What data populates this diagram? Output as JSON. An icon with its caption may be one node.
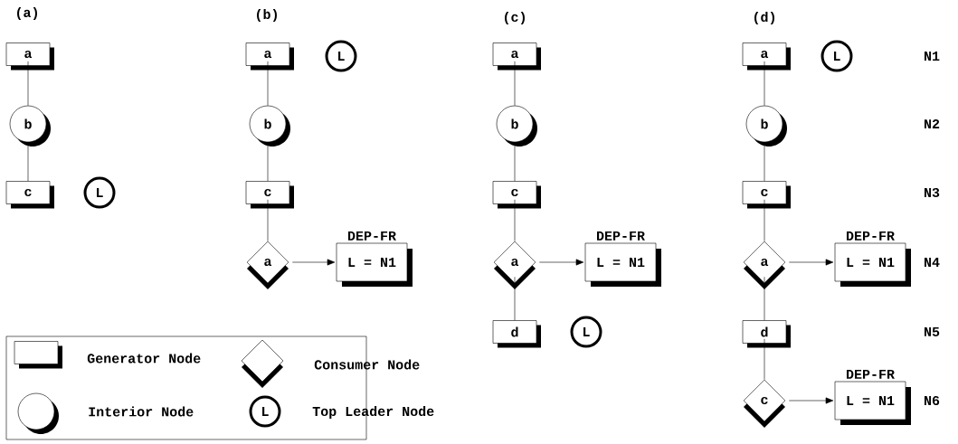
{
  "diagram": {
    "nodes": [
      {
        "text": [
          "a"
        ]
      },
      {
        "text": [
          "b"
        ]
      },
      {
        "text": [
          "c"
        ]
      },
      {
        "text": [
          "L"
        ]
      },
      {
        "text": [
          "a"
        ]
      },
      {
        "text": [
          "L"
        ]
      },
      {
        "text": [
          "b"
        ]
      },
      {
        "text": [
          "c"
        ]
      },
      {
        "text": [
          "a"
        ]
      },
      {
        "text": [
          "DEP-FR",
          "L = N1"
        ]
      },
      {
        "text": [
          "a"
        ]
      },
      {
        "text": [
          "b"
        ]
      },
      {
        "text": [
          "c"
        ]
      },
      {
        "text": [
          "a"
        ]
      },
      {
        "text": [
          "DEP-FR",
          "L = N1"
        ]
      },
      {
        "text": [
          "d"
        ]
      },
      {
        "text": [
          "L"
        ]
      },
      {
        "text": [
          "a"
        ]
      },
      {
        "text": [
          "L"
        ]
      },
      {
        "text": [
          "b"
        ]
      },
      {
        "text": [
          "c"
        ]
      },
      {
        "text": [
          "a"
        ]
      },
      {
        "text": [
          "DEP-FR",
          "L = N1"
        ]
      },
      {
        "text": [
          "d"
        ]
      },
      {
        "text": [
          "c"
        ]
      },
      {
        "text": [
          "DEP-FR",
          "L = N1"
        ]
      }
    ],
    "edges": [
      {
        "from": 0,
        "to": 1,
        "arrow": "none"
      },
      {
        "from": 1,
        "to": 2,
        "arrow": "none"
      },
      {
        "from": 4,
        "to": 6,
        "arrow": "none"
      },
      {
        "from": 6,
        "to": 7,
        "arrow": "none"
      },
      {
        "from": 7,
        "to": 8,
        "arrow": "none"
      },
      {
        "from": 8,
        "to": 9,
        "arrow": "to"
      },
      {
        "from": 10,
        "to": 11,
        "arrow": "none"
      },
      {
        "from": 11,
        "to": 12,
        "arrow": "none"
      },
      {
        "from": 12,
        "to": 13,
        "arrow": "none"
      },
      {
        "from": 13,
        "to": 14,
        "arrow": "to"
      },
      {
        "from": 13,
        "to": 15,
        "arrow": "none"
      },
      {
        "from": 17,
        "to": 19,
        "arrow": "none"
      },
      {
        "from": 19,
        "to": 20,
        "arrow": "none"
      },
      {
        "from": 20,
        "to": 21,
        "arrow": "none"
      },
      {
        "from": 21,
        "to": 22,
        "arrow": "to"
      },
      {
        "from": 21,
        "to": 23,
        "arrow": "none"
      },
      {
        "from": 23,
        "to": 24,
        "arrow": "none"
      },
      {
        "from": 24,
        "to": 25,
        "arrow": "to"
      }
    ],
    "labels": [
      "(a)",
      "(b)",
      "(c)",
      "(d)",
      "N1",
      "N2",
      "N3",
      "N4",
      "N5",
      "N6",
      "L"
    ],
    "legend": [
      {
        "text": "Generator Node"
      },
      {
        "text": "Consumer Node"
      },
      {
        "text": "Interior Node"
      },
      {
        "text": "Top Leader Node"
      }
    ]
  }
}
